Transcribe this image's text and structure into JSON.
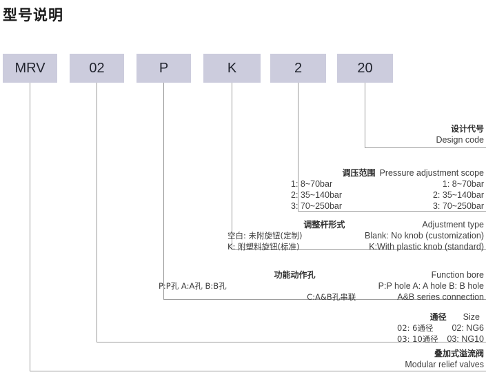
{
  "page": {
    "title": "型号说明",
    "box_fill": "#ccccdd",
    "line_color": "#9a9a9a"
  },
  "code_boxes": [
    {
      "value": "MRV"
    },
    {
      "value": "02"
    },
    {
      "value": "P"
    },
    {
      "value": "K"
    },
    {
      "value": "2"
    },
    {
      "value": "20"
    }
  ],
  "callouts": {
    "design_code": {
      "cn_title": "设计代号",
      "en_title": "Design code"
    },
    "pressure_scope": {
      "cn_title": "调压范围",
      "en_title": "Pressure adjustment scope",
      "rows": [
        {
          "cn": "1: 8~70bar",
          "en": "1: 8~70bar"
        },
        {
          "cn": "2: 35~140bar",
          "en": "2: 35~140bar"
        },
        {
          "cn": "3: 70~250bar",
          "en": "3: 70~250bar"
        }
      ]
    },
    "adjustment_type": {
      "cn_title": "调整杆形式",
      "en_title": "Adjustment type",
      "rows": [
        {
          "cn": "空白: 未附旋钮(定制)",
          "en": "Blank: No knob (customization)"
        },
        {
          "cn": "K: 附塑料旋钮(标准)",
          "en": "K:With plastic knob (standard)"
        }
      ]
    },
    "function_bore": {
      "cn_title": "功能动作孔",
      "en_title": "Function bore",
      "rows": [
        {
          "cn": "P:P孔  A:A孔  B:B孔",
          "en": "P:P hole   A: A hole   B: B hole"
        },
        {
          "cn": "C:A&B孔串联",
          "en": "A&B series connection"
        }
      ]
    },
    "size": {
      "cn_title": "通径",
      "en_title": "Size",
      "rows": [
        {
          "cn": "02: 6通径",
          "en": "02: NG6"
        },
        {
          "cn": "03: 10通径",
          "en": "03: NG10"
        }
      ]
    },
    "product": {
      "cn_title": "叠加式溢流阀",
      "en_title": "Modular relief valves"
    }
  }
}
